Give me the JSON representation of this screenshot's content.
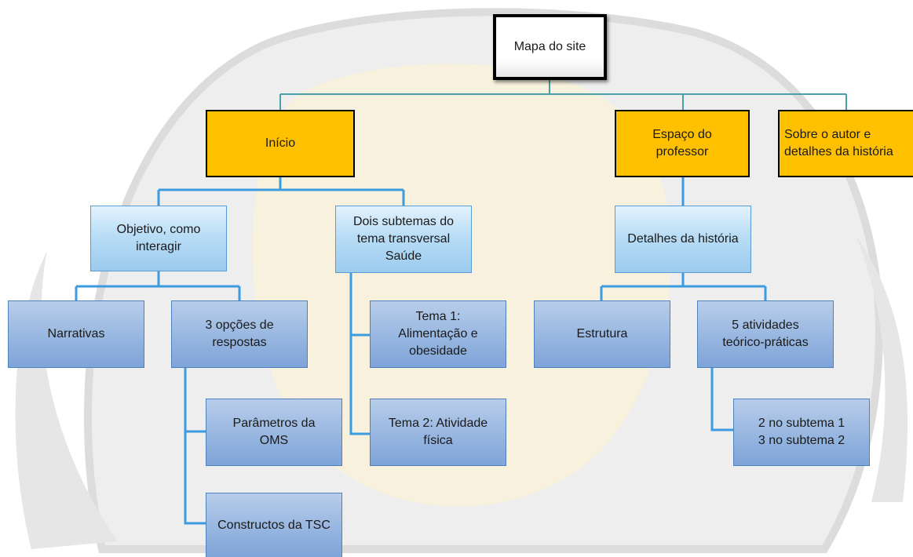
{
  "sitemap": {
    "root": "Mapa do site",
    "inicio": "Início",
    "espaco_professor": [
      "Espaço do",
      "professor"
    ],
    "sobre_autor": [
      "Sobre o autor e",
      "detalhes da história"
    ],
    "objetivo": [
      "Objetivo, como",
      "interagir"
    ],
    "dois_subtemas": [
      "Dois subtemas do",
      "tema transversal",
      "Saúde"
    ],
    "narrativas": "Narrativas",
    "tres_opcoes": [
      "3 opções de",
      "respostas"
    ],
    "tema1": [
      "Tema 1:",
      "Alimentação e",
      "obesidade"
    ],
    "tema2": [
      "Tema 2: Atividade",
      "física"
    ],
    "parametros_oms": [
      "Parâmetros da",
      "OMS"
    ],
    "constructos_tsc": "Constructos da TSC",
    "detalhes_historia": "Detalhes da história",
    "estrutura": "Estrutura",
    "cinco_atividades": [
      "5 atividades",
      "teórico-práticas"
    ],
    "subtemas_atividades": [
      "2 no subtema 1",
      "3 no subtema 2"
    ]
  }
}
